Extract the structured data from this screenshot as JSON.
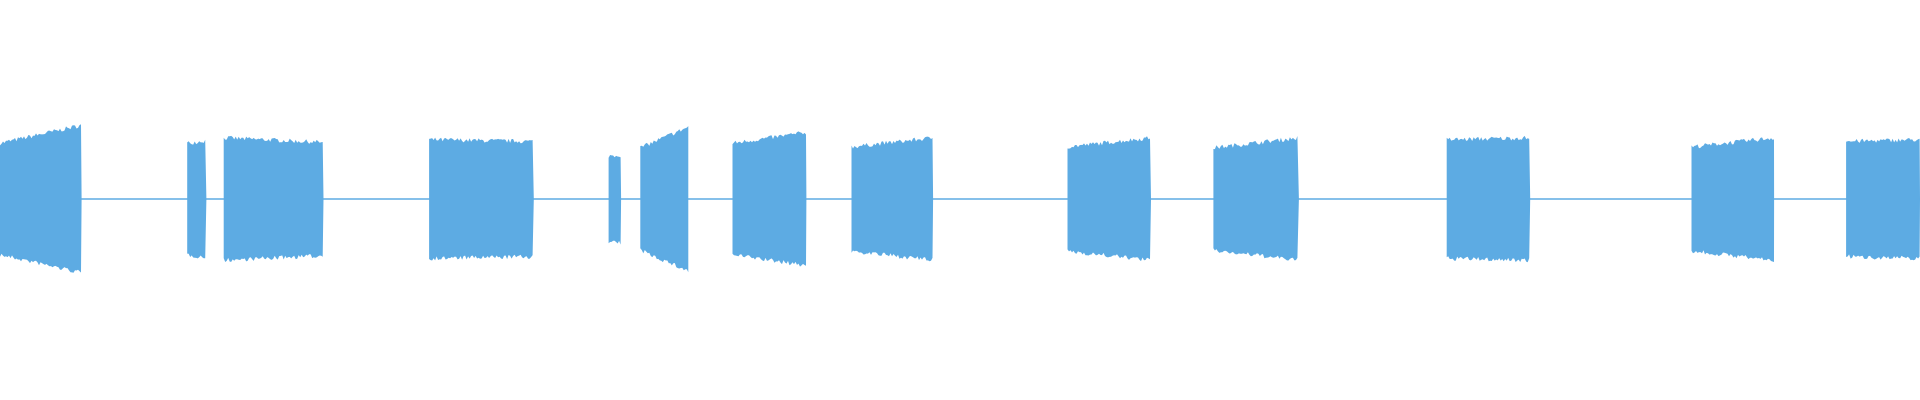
{
  "waveform": {
    "color": "#5dabe3",
    "background": "#ffffff",
    "duration": 1.0,
    "baseline_amplitude": 0.01,
    "segments": [
      {
        "start": 0.0,
        "end": 0.0425,
        "amp_start": 0.62,
        "amp_end": 0.82
      },
      {
        "start": 0.0975,
        "end": 0.1075,
        "amp_start": 0.62,
        "amp_end": 0.65
      },
      {
        "start": 0.1165,
        "end": 0.1685,
        "amp_start": 0.68,
        "amp_end": 0.63
      },
      {
        "start": 0.2235,
        "end": 0.278,
        "amp_start": 0.66,
        "amp_end": 0.64
      },
      {
        "start": 0.317,
        "end": 0.3235,
        "amp_start": 0.48,
        "amp_end": 0.49
      },
      {
        "start": 0.3335,
        "end": 0.3585,
        "amp_start": 0.57,
        "amp_end": 0.8
      },
      {
        "start": 0.3815,
        "end": 0.42,
        "amp_start": 0.62,
        "amp_end": 0.74
      },
      {
        "start": 0.4435,
        "end": 0.486,
        "amp_start": 0.58,
        "amp_end": 0.68
      },
      {
        "start": 0.556,
        "end": 0.5995,
        "amp_start": 0.58,
        "amp_end": 0.68
      },
      {
        "start": 0.632,
        "end": 0.6765,
        "amp_start": 0.57,
        "amp_end": 0.68
      },
      {
        "start": 0.7535,
        "end": 0.797,
        "amp_start": 0.66,
        "amp_end": 0.68
      },
      {
        "start": 0.881,
        "end": 0.924,
        "amp_start": 0.58,
        "amp_end": 0.68
      },
      {
        "start": 0.9615,
        "end": 1.0,
        "amp_start": 0.64,
        "amp_end": 0.66
      }
    ]
  }
}
